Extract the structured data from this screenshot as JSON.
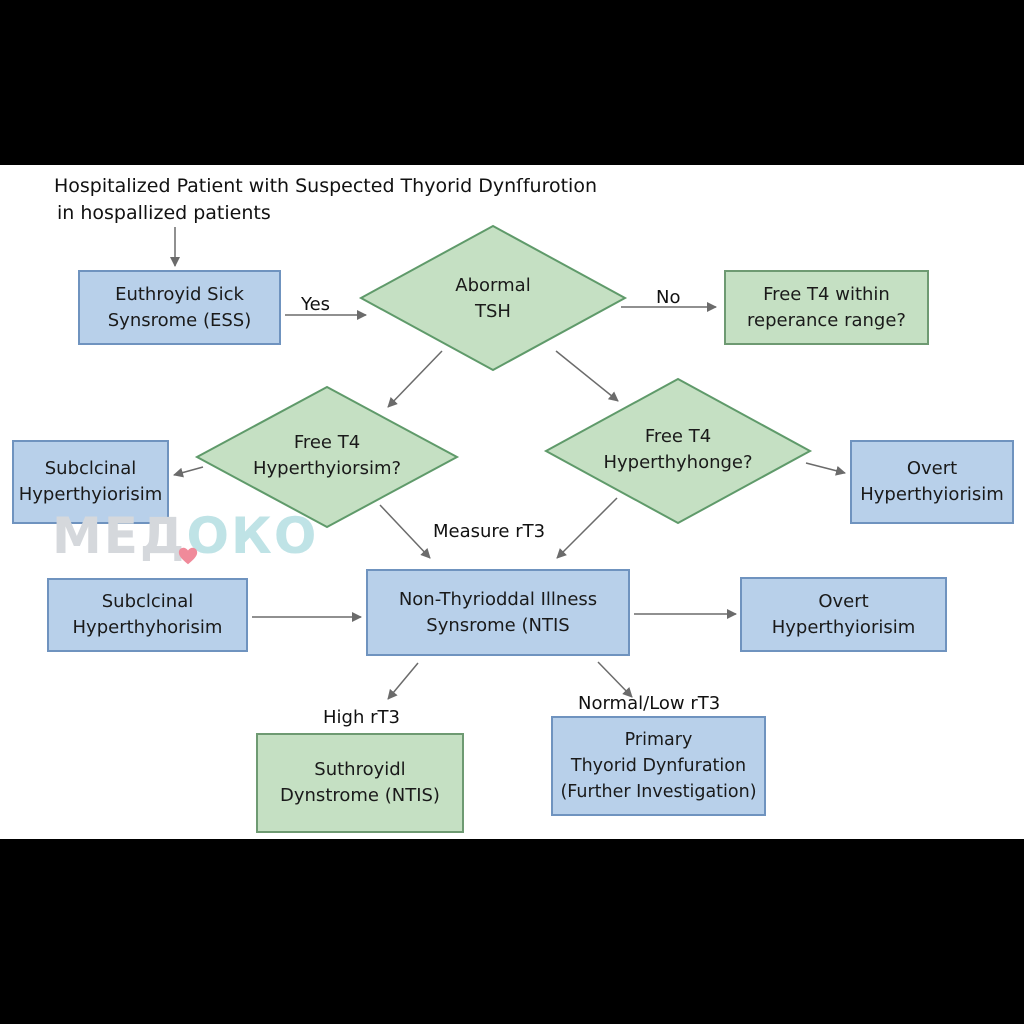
{
  "title": {
    "line1": "Hospitalized Patient with Suspected Thyorid Dynſfurotion",
    "line2": "in hospallized patients"
  },
  "watermark": {
    "part1": "МЕД",
    "part2": "ОКО"
  },
  "nodes": {
    "ess": "Euthroyid Sick\nSynsrome (ESS)",
    "abnormal_tsh": "Abormal\nTSH",
    "free_t4_range": "Free T4 within\nreperance range?",
    "free_t4_left": "Free T4\nHyperthyiorsim?",
    "free_t4_right": "Free T4\nHyperthyhonge?",
    "subclinical_top": "Subclcinal\nHyperthyiorisim",
    "overt_top": "Overt\nHyperthyiorisim",
    "subclinical_mid": "Subclcinal\nHyperthyhorisim",
    "ntis": "Non-Thyrioddal Illness\nSynsrome (NTIS",
    "overt_mid": "Overt\nHyperthyiorisim",
    "suthroyidl": "Suthroyidl\nDynstrome (NTIS)",
    "primary": "Primary\nThyorid Dynfuration\n(Further Investigation)"
  },
  "edge_labels": {
    "yes": "Yes",
    "no": "No",
    "measure_rt3": "Measure rT3",
    "high_rt3": "High rT3",
    "normal_low_rt3": "Normal/Low rT3"
  },
  "colors": {
    "blue_fill": "#b8d0ea",
    "blue_border": "#6f93bf",
    "green_fill": "#c5e0c3",
    "green_border": "#6e9a72",
    "arrow": "#6b6b6b"
  }
}
